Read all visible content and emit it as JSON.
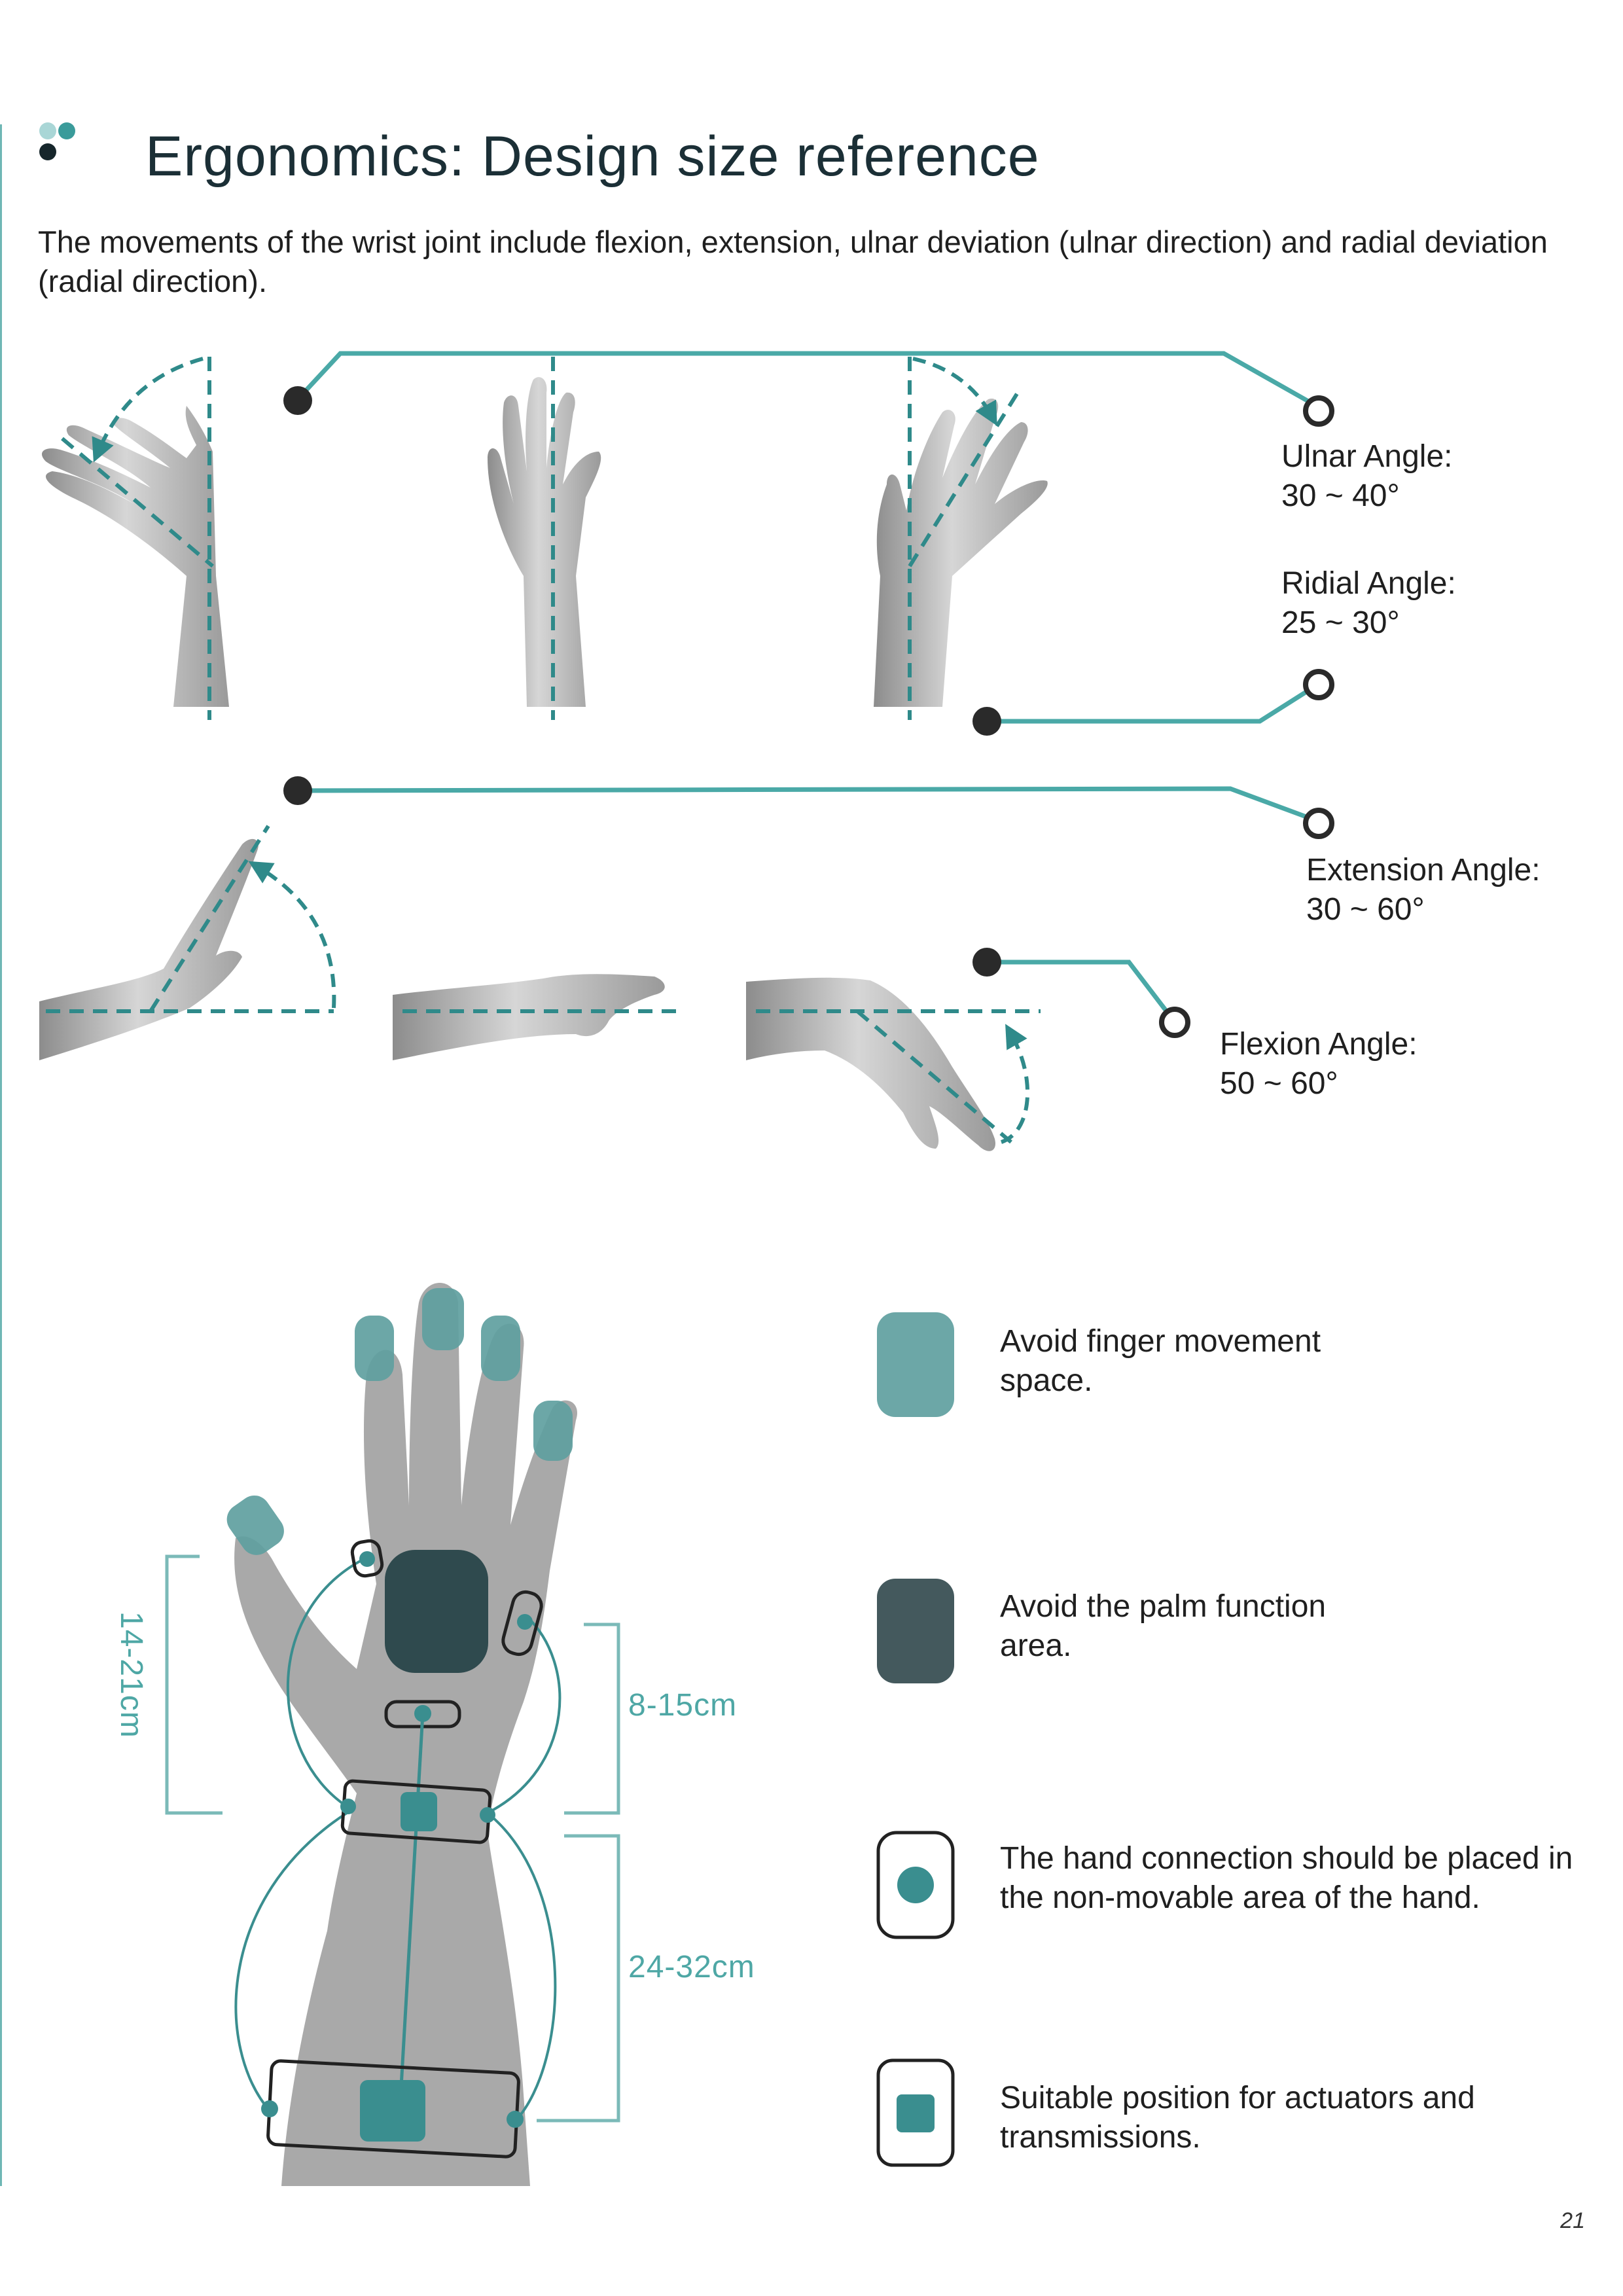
{
  "header": {
    "title": "Ergonomics: Design size reference",
    "intro": "The movements of the wrist joint include flexion, extension, ulnar deviation (ulnar direction) and radial deviation (radial direction)."
  },
  "angles": [
    {
      "name": "Ulnar Angle:",
      "range": "30 ~ 40°"
    },
    {
      "name": "Ridial Angle:",
      "range": "25 ~ 30°"
    },
    {
      "name": "Extension Angle:",
      "range": "30 ~ 60°"
    },
    {
      "name": "Flexion Angle:",
      "range": "50 ~ 60°"
    }
  ],
  "dimensions": {
    "hand_length": "14-21cm",
    "palm_zone": "8-15cm",
    "forearm_zone": "24-32cm"
  },
  "legend": [
    {
      "text": "Avoid finger movement space.",
      "swatch": "finger-zone",
      "color": "#5f9fa0"
    },
    {
      "text": "Avoid the palm function area.",
      "swatch": "palm-zone",
      "color": "#2f4a4e"
    },
    {
      "text": "The hand connection should be placed in the non-movable area of the hand.",
      "swatch": "connection-point",
      "color": "#3a8e8f"
    },
    {
      "text": "Suitable position for actuators and transmissions.",
      "swatch": "actuator-position",
      "color": "#3a8e8f"
    }
  ],
  "colors": {
    "accent": "#3a9b9a",
    "dark": "#2b3a3f"
  },
  "page_number": "21"
}
